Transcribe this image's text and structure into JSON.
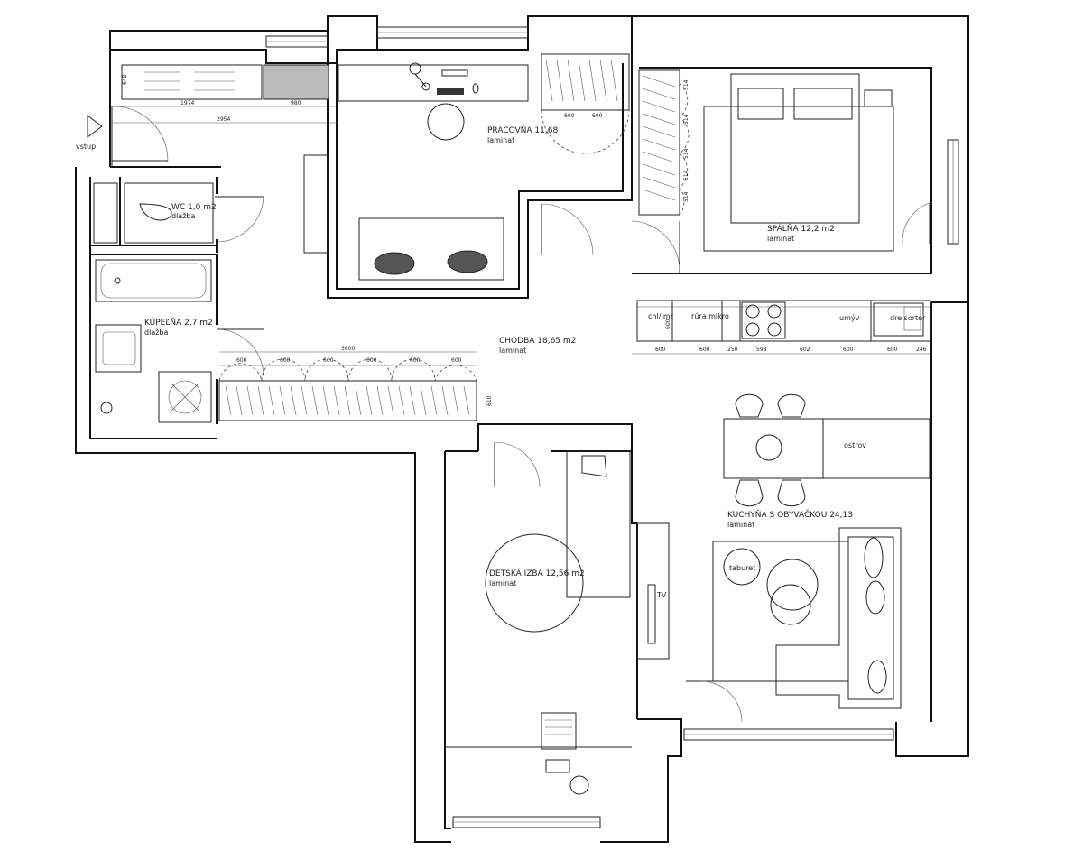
{
  "rooms": {
    "pracovna": {
      "name": "PRACOVŇA 11,68",
      "floor": "laminat"
    },
    "spalna": {
      "name": "SPÁLŇA 12,2 m2",
      "floor": "laminat"
    },
    "wc": {
      "name": "WC 1,0 m2",
      "floor": "dlažba"
    },
    "kupelna": {
      "name": "KÚPEĽŇA 2,7 m2",
      "floor": "dlažba"
    },
    "chodba": {
      "name": "CHODBA 18,65 m2",
      "floor": "laminat"
    },
    "kuchyna": {
      "name": "KUCHYŇA S OBÝVAČKOU 24,13",
      "floor": "laminat"
    },
    "detska": {
      "name": "DETSKÁ IZBA 12,56 m2",
      "floor": "laminat"
    }
  },
  "labels": {
    "entrance": "vstup",
    "island": "ostrov",
    "tv": "TV",
    "stool": "taburet",
    "fridge": "chl/ mr",
    "oven": "rúra mikro",
    "sink": "umýv",
    "sorter": "dre sorter"
  },
  "dimensions": {
    "entry_1": "1974",
    "entry_2": "980",
    "entry_3": "2954",
    "entry_side": "648",
    "office_1": "600",
    "office_2": "600",
    "bedroom_1": "514",
    "bedroom_2": "514",
    "bedroom_3": "514",
    "bedroom_4": "514",
    "bedroom_5": "514",
    "corridor_total": "3600",
    "corridor_1": "600",
    "corridor_2": "600",
    "corridor_3": "600",
    "corridor_4": "600",
    "corridor_5": "600",
    "corridor_6": "600",
    "corridor_side": "610",
    "kitchen_1": "600",
    "kitchen_2": "600",
    "kitchen_3": "250",
    "kitchen_4": "598",
    "kitchen_5": "602",
    "kitchen_6": "600",
    "kitchen_7": "600",
    "kitchen_8": "246",
    "kitchen_depth": "600"
  }
}
